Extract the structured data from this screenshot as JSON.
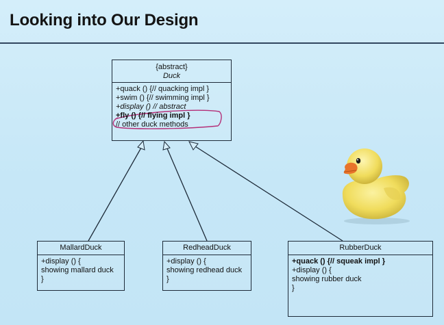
{
  "slide": {
    "title": "Looking into Our Design"
  },
  "duck_class": {
    "stereotype": "{abstract}",
    "name": "Duck",
    "methods": [
      "+quack () {// quacking impl }",
      "+swim () {// swimming impl }",
      "+display () // abstract",
      "+fly () {// flying impl }",
      "// other duck methods"
    ]
  },
  "mallard_class": {
    "name": "MallardDuck",
    "methods": [
      "+display () {",
      " showing mallard duck",
      "}"
    ]
  },
  "redhead_class": {
    "name": "RedheadDuck",
    "methods": [
      "+display () {",
      " showing redhead duck",
      "}"
    ]
  },
  "rubber_class": {
    "name": "RubberDuck",
    "methods": [
      "+quack () {// squeak impl }",
      "+display () {",
      " showing rubber duck",
      "}"
    ]
  },
  "colors": {
    "background": "#c6e7f7",
    "line": "#1d2a38",
    "highlight": "#b0216f",
    "duck_yellow": "#f3e066",
    "beak": "#e8742b"
  },
  "icons": {
    "mascot": "rubber-duck-icon"
  }
}
